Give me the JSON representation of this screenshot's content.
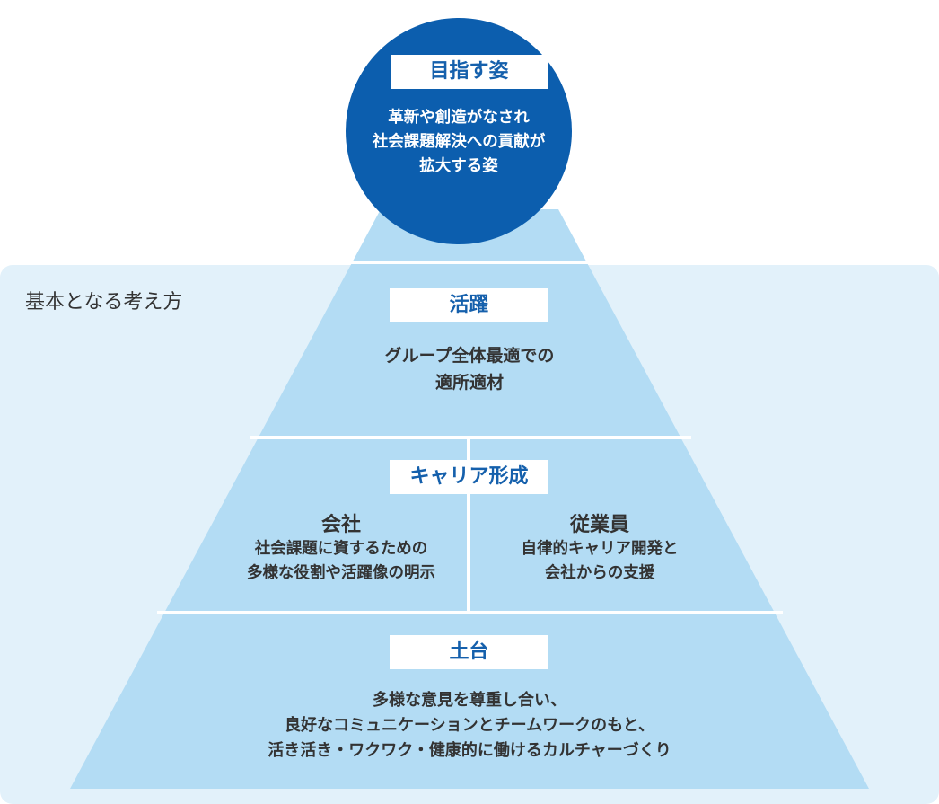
{
  "panel_label": "基本となる考え方",
  "goal": {
    "title": "目指す姿",
    "lines": [
      "革新や創造がなされ",
      "社会課題解決への貢献が",
      "拡大する姿"
    ]
  },
  "activity": {
    "title": "活躍",
    "lines": [
      "グループ全体最適での",
      "適所適材"
    ]
  },
  "career": {
    "title": "キャリア形成",
    "company": {
      "heading": "会社",
      "lines": [
        "社会課題に資するための",
        "多様な役割や活躍像の明示"
      ]
    },
    "employee": {
      "heading": "従業員",
      "lines": [
        "自律的キャリア開発と",
        "会社からの支援"
      ]
    }
  },
  "foundation": {
    "title": "土台",
    "lines": [
      "多様な意見を尊重し合い、",
      "良好なコミュニケーションとチームワークのもと、",
      "活き活き・ワクワク・健康的に働けるカルチャーづくり"
    ]
  },
  "colors": {
    "circle": "#0c5eae",
    "title_text": "#1560ac",
    "pyramid": "#b3dcf4",
    "panel": "#e2f1fa",
    "divider": "#ffffff"
  }
}
